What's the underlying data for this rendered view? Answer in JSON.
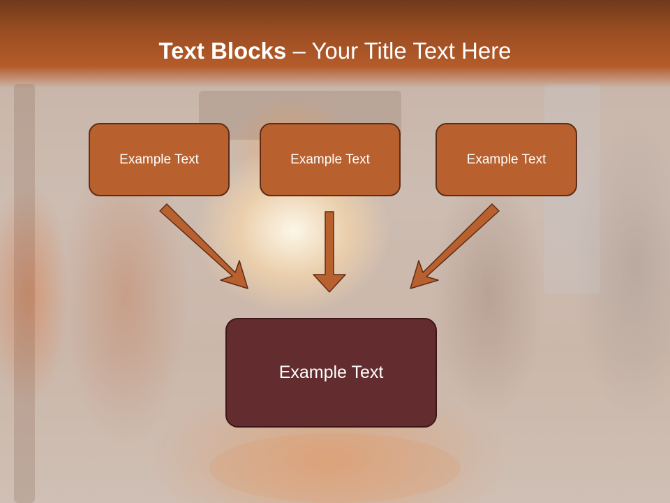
{
  "slide": {
    "title_bold": "Text Blocks",
    "title_dash": "–",
    "title_rest": "Your Title Text Here",
    "blocks": [
      {
        "label": "Example Text"
      },
      {
        "label": "Example Text"
      },
      {
        "label": "Example Text"
      }
    ],
    "main_block": {
      "label": "Example Text"
    }
  },
  "colors": {
    "header": "#b45b2a",
    "block_fill": "#b8612f",
    "block_border": "#5e2b16",
    "main_block_fill": "#632d2f",
    "arrow_fill": "#b8612f"
  }
}
